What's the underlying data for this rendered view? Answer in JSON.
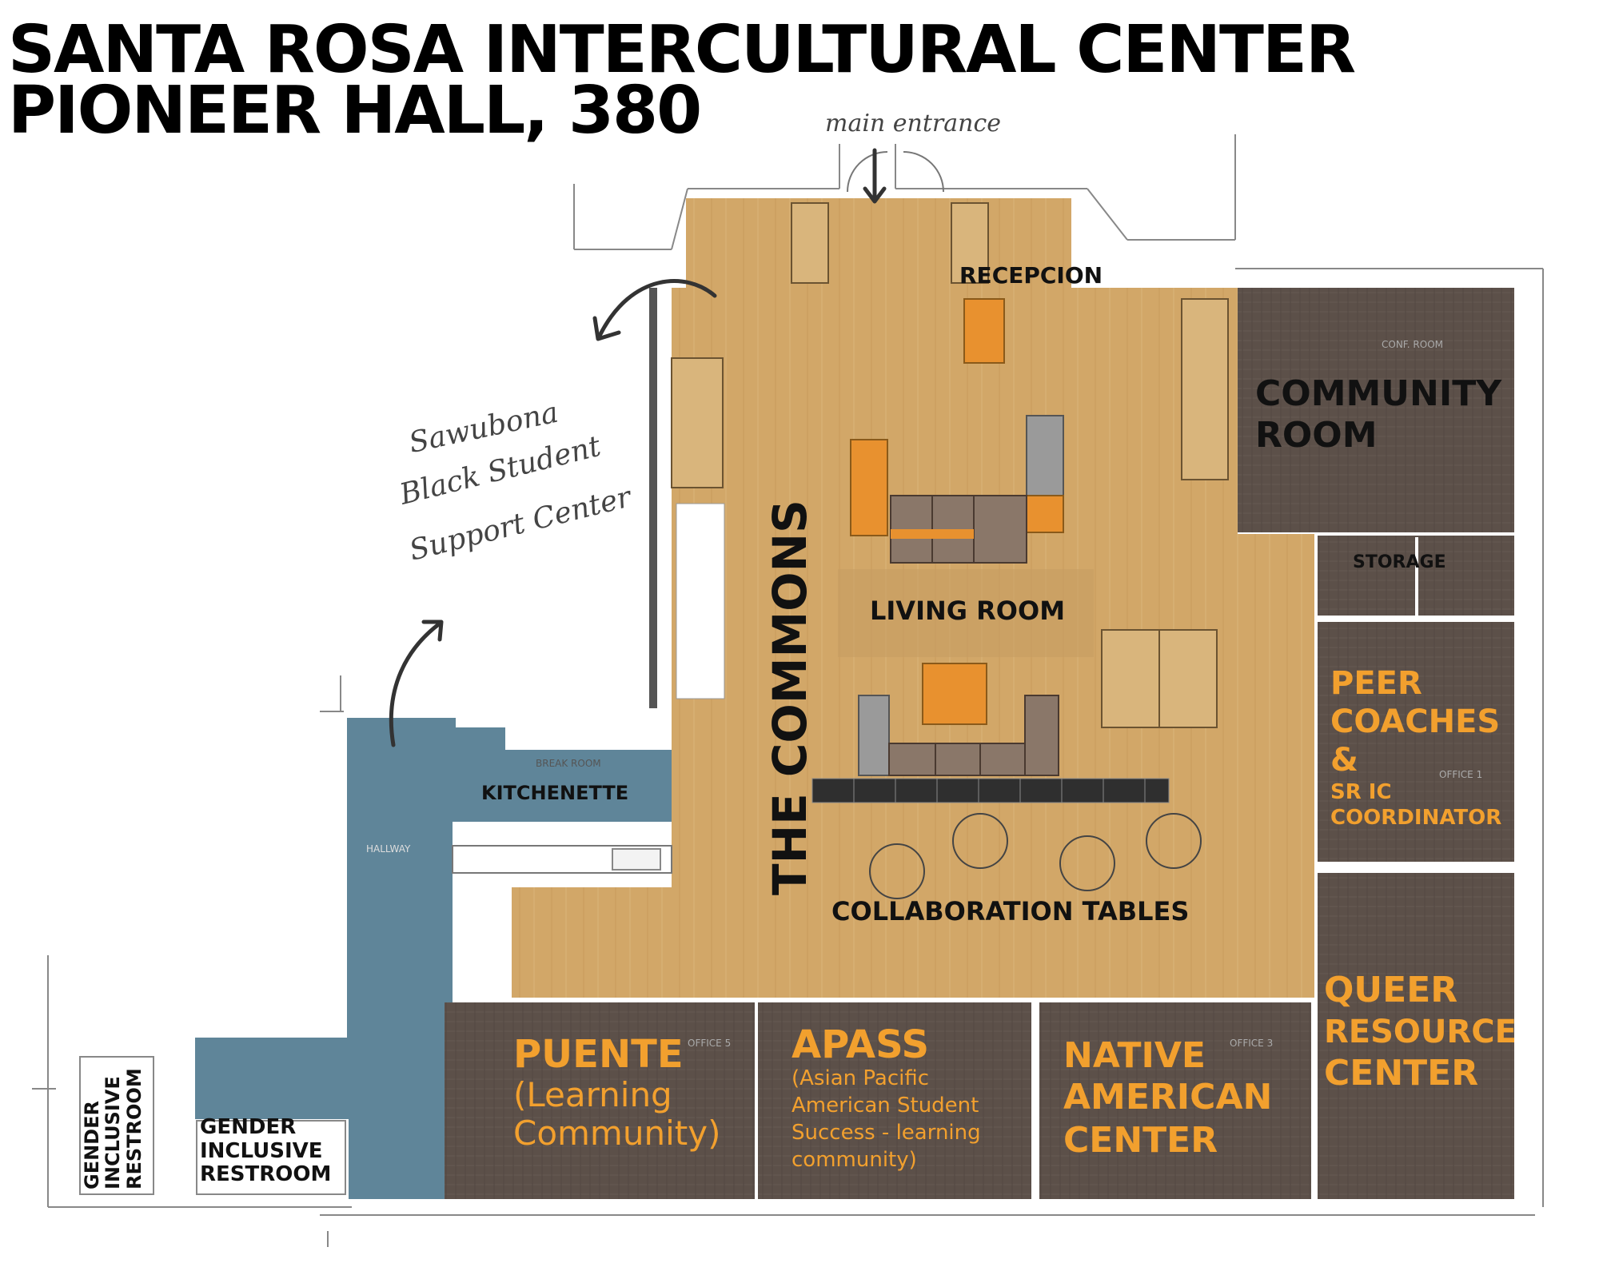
{
  "title": {
    "line1": "SANTA ROSA INTERCULTURAL CENTER",
    "line2": "PIONEER HALL, 380"
  },
  "annotations": {
    "main_entrance": "main entrance",
    "sawubona": [
      "Sawubona",
      "Black Student",
      "Support Center"
    ]
  },
  "rooms": {
    "recepcion": "RECEPCION",
    "community_room": [
      "COMMUNITY",
      "ROOM"
    ],
    "storage": "STORAGE",
    "living_room": "LIVING ROOM",
    "the_commons": "THE COMMONS",
    "kitchenette": "KITCHENETTE",
    "collaboration_tables": "COLLABORATION TABLES",
    "peer_coaches": [
      "PEER",
      "COACHES",
      "&",
      "SR IC",
      "COORDINATOR"
    ],
    "queer_resource_center": [
      "QUEER",
      "RESOURCE",
      "CENTER"
    ],
    "puente": [
      "PUENTE",
      "(Learning",
      "Community)"
    ],
    "apass": [
      "APASS",
      "(Asian Pacific",
      "American Student",
      "Success - learning",
      "community)"
    ],
    "native_american_center": [
      "NATIVE",
      "AMERICAN",
      "CENTER"
    ],
    "gender_restroom_1": [
      "GENDER",
      "INCLUSIVE",
      "RESTROOM"
    ],
    "gender_restroom_2": [
      "GENDER",
      "INCLUSIVE",
      "RESTROOM"
    ]
  },
  "plan_notes": {
    "conf_room": "CONF. ROOM",
    "break_room": "BREAK ROOM",
    "hallway": "HALLWAY",
    "office_1": "OFFICE 1",
    "office_3": "OFFICE 3",
    "office_5": "OFFICE 5"
  },
  "colors": {
    "wood": "#d2a768",
    "carpet": "#5c5049",
    "hallway": "#5f8599",
    "accent_orange": "#f2a02e",
    "furniture_orange": "#e8912f",
    "sofa": "#8a7769",
    "sofa_grey": "#9a9a9a"
  }
}
